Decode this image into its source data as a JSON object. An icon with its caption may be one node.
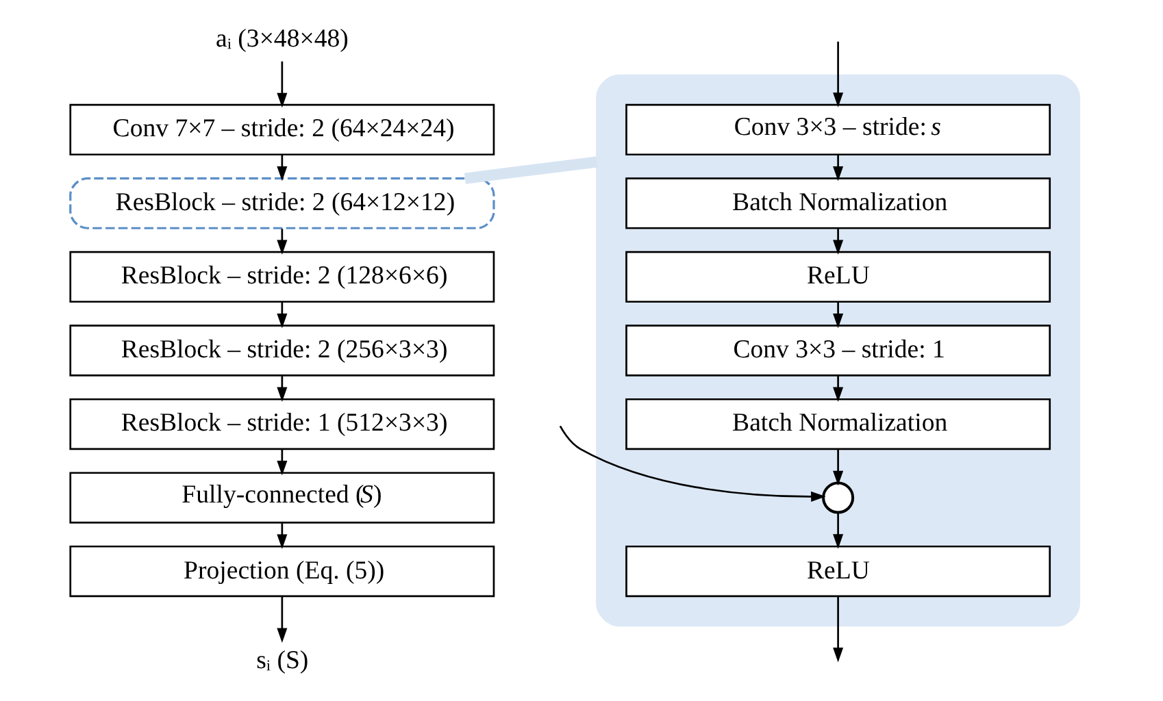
{
  "diagram": {
    "nodes": [
      {
        "text": [
          "aᵢ (3×48×48)"
        ]
      },
      {
        "text": [
          "Conv 7×7 – stride: 2 (64×24×24)"
        ]
      },
      {
        "text": [
          "ResBlock – stride: 2 (64×12×12)"
        ]
      },
      {
        "text": [
          "ResBlock – stride: 2 (128×6×6)"
        ]
      },
      {
        "text": [
          "ResBlock – stride: 2 (256×3×3)"
        ]
      },
      {
        "text": [
          "ResBlock – stride: 1 (512×3×3)"
        ]
      },
      {
        "text": [
          "Fully-connected (*S*)"
        ]
      },
      {
        "text": [
          "Projection (Eq. (5))"
        ]
      },
      {
        "text": [
          "sᵢ (S)"
        ]
      },
      {
        "text": [],
        "shape": "box"
      },
      {
        "text": [
          "Conv 3×3 – stride: *s*"
        ],
        "in": 9
      },
      {
        "text": [
          "Batch Normalization"
        ],
        "in": 9
      },
      {
        "text": [
          "ReLU"
        ],
        "in": 9
      },
      {
        "text": [
          "Conv 3×3 – stride: 1"
        ],
        "in": 9
      },
      {
        "text": [
          "Batch Normalization"
        ],
        "in": 9
      },
      {
        "text": [],
        "shape": "circle",
        "in": 9
      },
      {
        "text": [
          "ReLU"
        ],
        "in": 9
      }
    ],
    "edges": [
      {
        "from": 0,
        "to": 1,
        "arrow": "to"
      },
      {
        "from": 1,
        "to": 2,
        "arrow": "to"
      },
      {
        "from": 2,
        "to": 3,
        "arrow": "to"
      },
      {
        "from": 3,
        "to": 4,
        "arrow": "to"
      },
      {
        "from": 4,
        "to": 5,
        "arrow": "to"
      },
      {
        "from": 5,
        "to": 6,
        "arrow": "to"
      },
      {
        "from": 6,
        "to": 7,
        "arrow": "to"
      },
      {
        "from": 7,
        "to": 8,
        "arrow": "to"
      },
      {
        "from": 2,
        "to": 9,
        "arrow": "none",
        "style": "thick",
        "color": "#d6e4f2"
      },
      {
        "from": null,
        "to": 10,
        "arrow": "to"
      },
      {
        "from": 10,
        "to": 11,
        "arrow": "to"
      },
      {
        "from": 11,
        "to": 12,
        "arrow": "to"
      },
      {
        "from": 12,
        "to": 13,
        "arrow": "to"
      },
      {
        "from": 13,
        "to": 14,
        "arrow": "to"
      },
      {
        "from": null,
        "to": 15,
        "arrow": "to"
      },
      {
        "from": 14,
        "to": 15,
        "arrow": "to"
      },
      {
        "from": 15,
        "to": 16,
        "arrow": "to"
      },
      {
        "from": 16,
        "to": null,
        "arrow": "to"
      }
    ]
  }
}
